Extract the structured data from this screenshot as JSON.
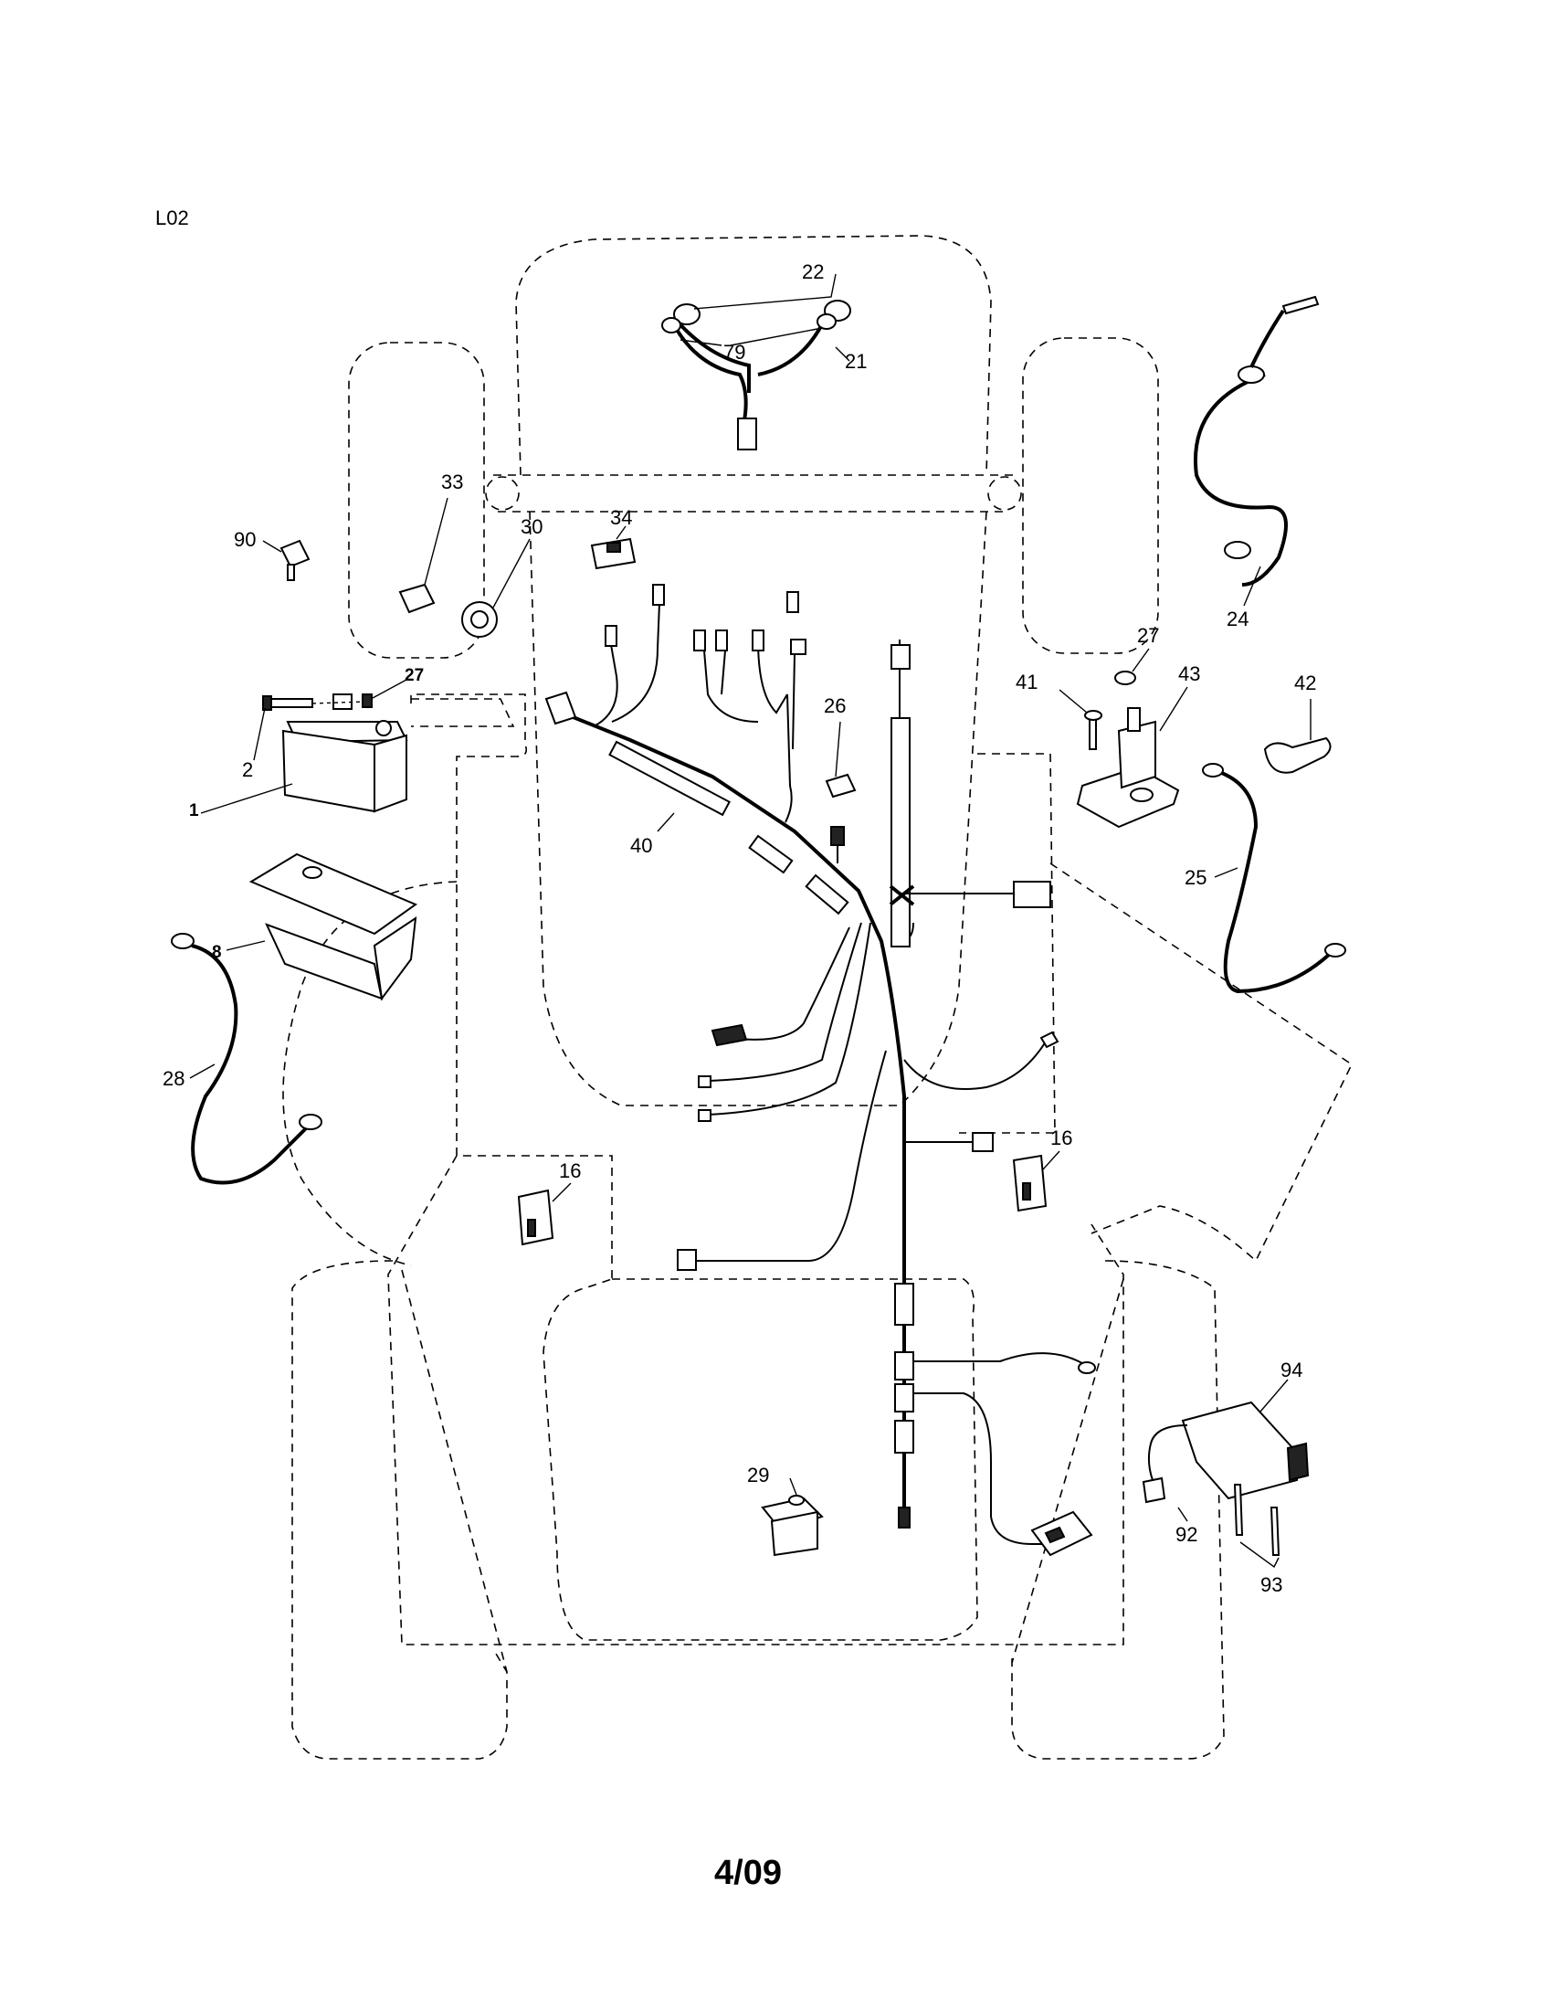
{
  "page": {
    "code": "L02",
    "footer": "4/09"
  },
  "callouts": {
    "c1": "1",
    "c2": "2",
    "c8": "8",
    "c16a": "16",
    "c16b": "16",
    "c21": "21",
    "c22": "22",
    "c24": "24",
    "c25": "25",
    "c26": "26",
    "c27a": "27",
    "c27b": "27",
    "c28": "28",
    "c29": "29",
    "c30": "30",
    "c33": "33",
    "c34": "34",
    "c40": "40",
    "c41": "41",
    "c42": "42",
    "c43": "43",
    "c79": "79",
    "c90": "90",
    "c92": "92",
    "c93": "93",
    "c94": "94"
  }
}
